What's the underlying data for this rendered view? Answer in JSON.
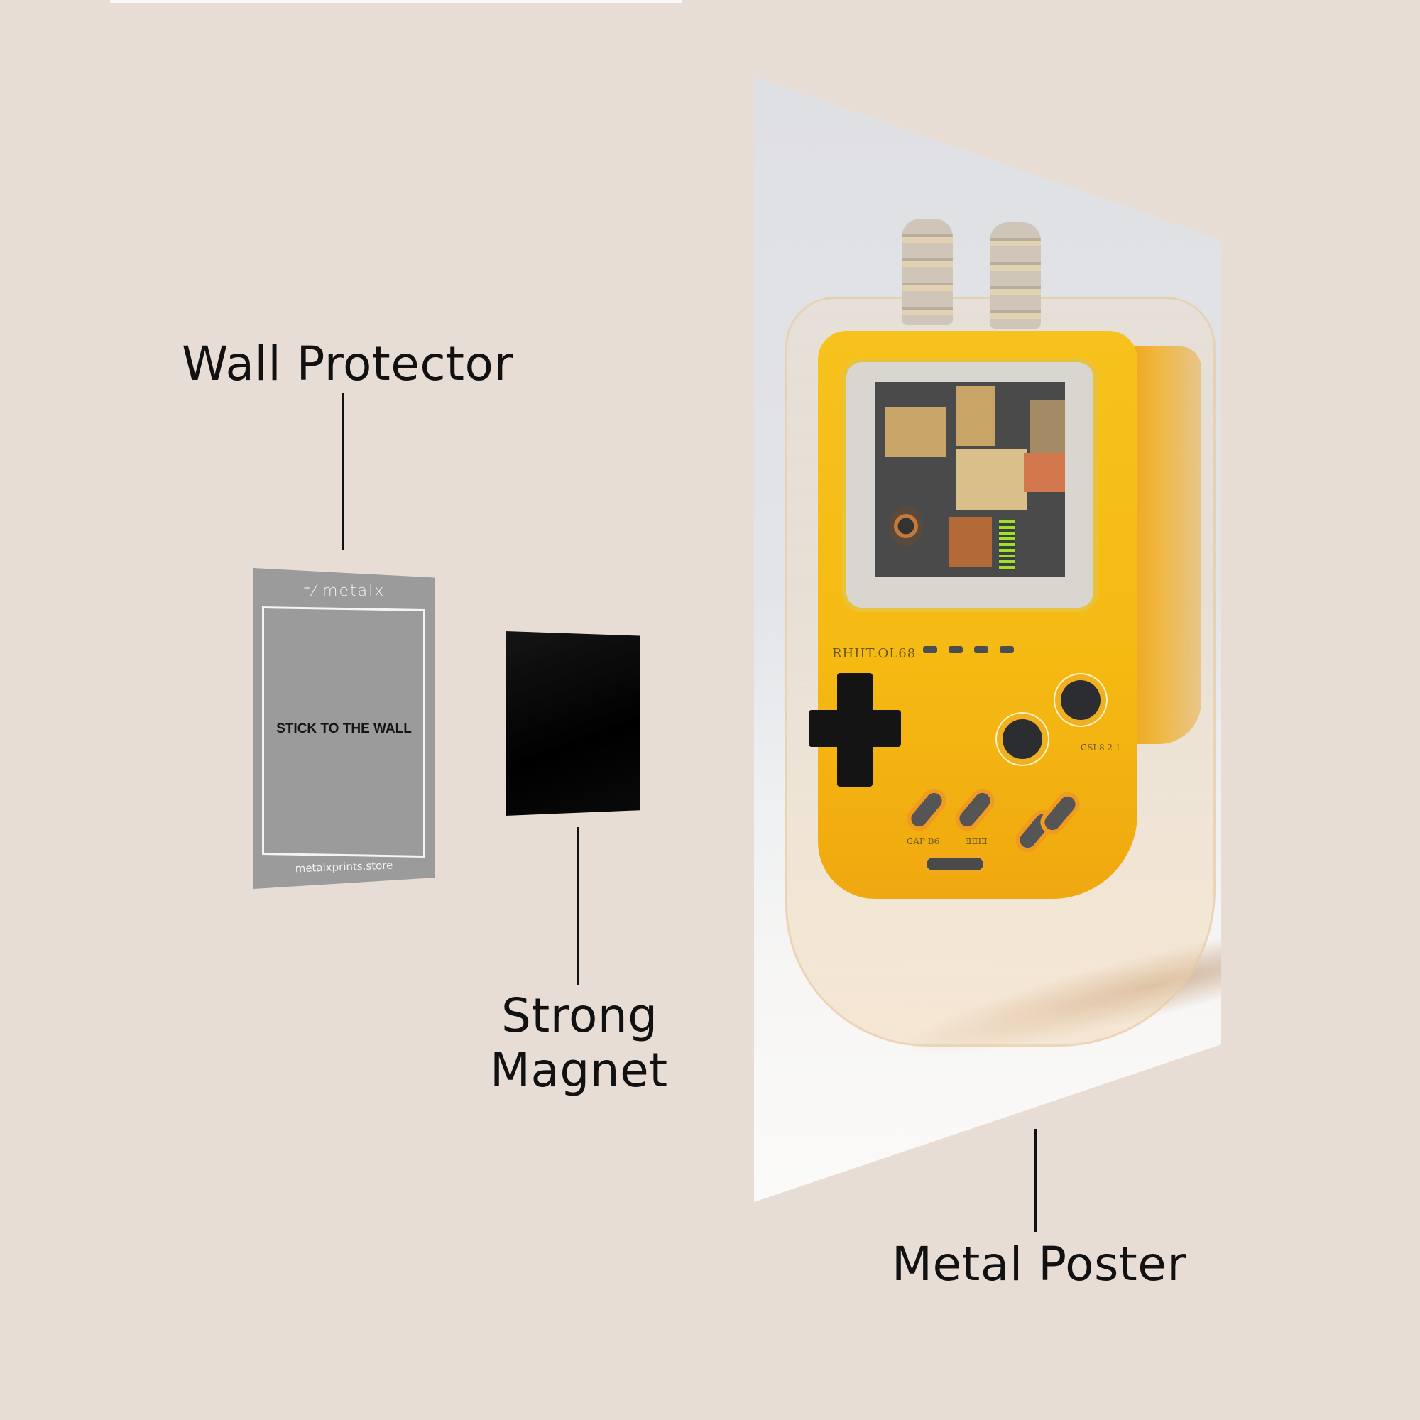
{
  "labels": {
    "wall_protector": "Wall Protector",
    "strong_magnet_line1": "Strong",
    "strong_magnet_line2": "Magnet",
    "metal_poster": "Metal Poster"
  },
  "wall_protector_card": {
    "brand": "metalx",
    "brand_icon": "metalx-logo-icon",
    "instruction": "STICK TO THE WALL",
    "website": "metalxprints.store",
    "color": "#9b9b9b"
  },
  "magnet": {
    "color": "#000000"
  },
  "poster": {
    "subject": "Yellow transparent handheld game console",
    "device_print_left": "RHIIT.OL68",
    "device_print_right": "ᗡSI 8 2 1",
    "device_print_bottom_left": "ᗡAP B6",
    "device_print_bottom_right": "ƎƎIƎ",
    "accent_color": "#f5b912"
  },
  "colors": {
    "background": "#e8ddd5",
    "text": "#111111",
    "leader_line": "#111111"
  }
}
